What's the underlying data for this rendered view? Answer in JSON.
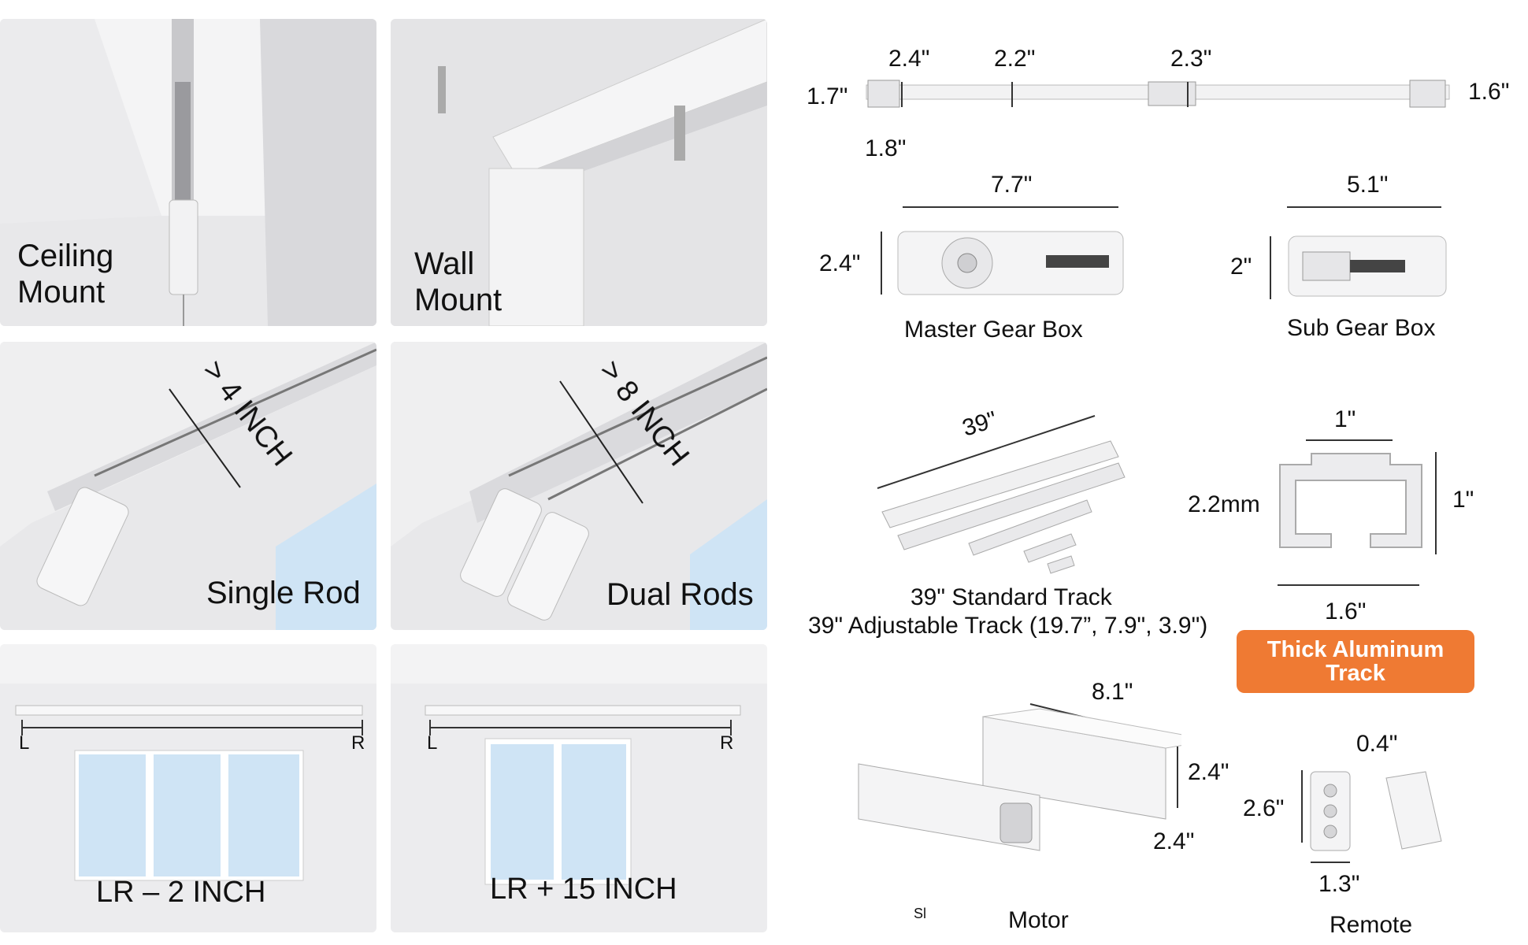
{
  "panels": {
    "ceiling": "Ceiling\nMount",
    "wall": "Wall\nMount",
    "single": "Single Rod",
    "dual": "Dual Rods",
    "single_dim": "> 4 INCH",
    "dual_dim": "> 8 INCH",
    "lr_minus": "LR – 2 INCH",
    "lr_plus": "LR + 15 INCH",
    "left_marker": "L",
    "right_marker": "R"
  },
  "rail": {
    "d1": "2.4\"",
    "d2": "2.2\"",
    "d3": "2.3\"",
    "left_h": "1.7\"",
    "right_h": "1.6\"",
    "bottom": "1.8\""
  },
  "master": {
    "width": "7.7\"",
    "height": "2.4\"",
    "label": "Master Gear Box"
  },
  "sub": {
    "width": "5.1\"",
    "height": "2\"",
    "label": "Sub Gear Box"
  },
  "track": {
    "length": "39\"",
    "line1": "39\" Standard Track",
    "line2": "39\" Adjustable Track (19.7”, 7.9\", 3.9\")"
  },
  "profile": {
    "top": "1\"",
    "wall": "2.2mm",
    "height": "1\"",
    "width": "1.6\"",
    "badge": "Thick Aluminum\nTrack"
  },
  "motor": {
    "length": "8.1\"",
    "height": "2.4\"",
    "depth": "2.4\"",
    "label": "Motor",
    "small": "Sl"
  },
  "remote": {
    "depth": "0.4\"",
    "height": "2.6\"",
    "width": "1.3\"",
    "label": "Remote"
  },
  "colors": {
    "badge": "#ef7a33",
    "panel": "#e6e6e8",
    "sky": "#cfe4f5"
  }
}
